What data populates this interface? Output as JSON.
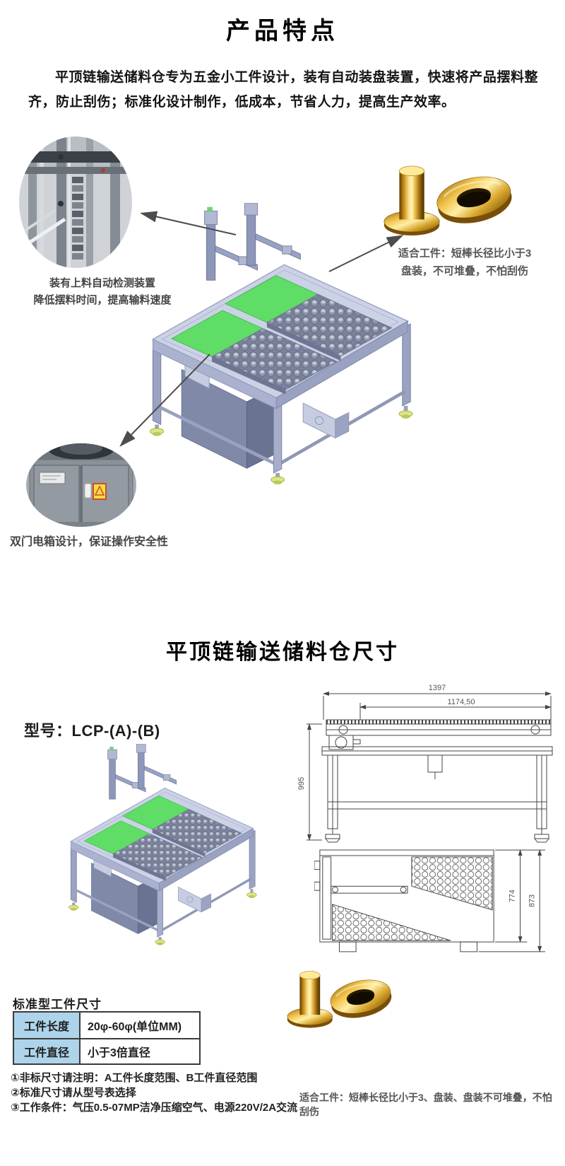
{
  "features": {
    "title": "产品特点",
    "intro": "平顶链输送储料仓专为五金小工件设计，装有自动装盘装置，快速将产品摆料整齐，防止刮伤；标准化设计制作，低成本，节省人力，提高生产效率。",
    "callout_detector_line1": "装有上料自动检测装置",
    "callout_detector_line2": "降低摆料时间，提高输料速度",
    "callout_workpiece_line1": "适合工件：短棒长径比小于3",
    "callout_workpiece_line2": "盘装，不可堆叠，不怕刮伤",
    "callout_cabinet": "双门电箱设计，保证操作安全性"
  },
  "dimensions": {
    "title": "平顶链输送储料仓尺寸",
    "model": "型号：LCP-(A)-(B)",
    "dims": {
      "overall_length": "1397",
      "chain_length": "1174,50",
      "height": "995",
      "cabinet_height": "774",
      "total_height": "873"
    },
    "spec": {
      "heading": "标准型工件尺寸",
      "rows": [
        {
          "label": "工件长度",
          "value": "20φ-60φ(单位MM)"
        },
        {
          "label": "工件直径",
          "value": "小于3倍直径"
        }
      ]
    },
    "notes": [
      "①非标尺寸请注明：A工件长度范围、B工件直径范围",
      "②标准尺寸请从型号表选择",
      "③工作条件：气压0.5-07MP洁净压缩空气、电源220V/2A交流"
    ],
    "callout_workpiece": "适合工件：短棒长径比小于3、盘装、盘装不可堆叠，不怕刮伤"
  },
  "colors": {
    "accent_green": "#5fdd66",
    "frame_blue": "#9aa3c2",
    "gold": "#f2c24a",
    "table_header_bg": "#add4ea"
  }
}
